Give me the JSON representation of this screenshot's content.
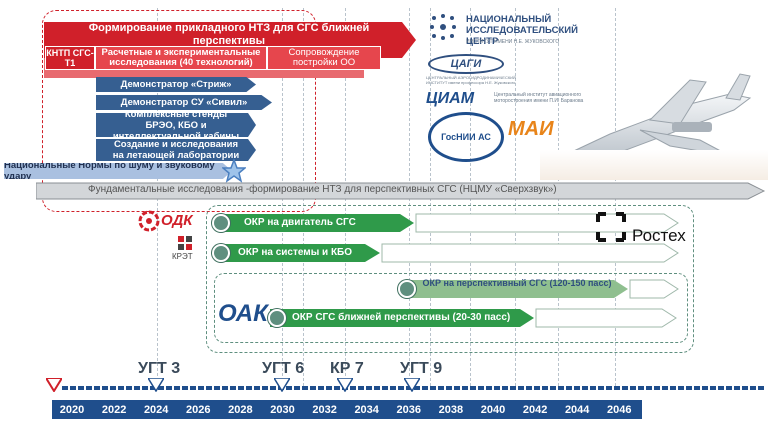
{
  "top_banner": {
    "title": "Формирование прикладного НТЗ для СГС ближней перспективы",
    "row": [
      "КНТП СГС-Т1",
      "Расчетные и экспериментальные исследования (40 технологий)",
      "Сопровождение постройки ОО"
    ]
  },
  "blue_items": [
    "Демонстратор «Стриж»",
    "Демонстратор СУ «Сивил»",
    "Комплексные стенды БРЭО, КБО и интеллектуальной кабины",
    "Создание и исследования на летающей лаборатории",
    "Национальные Нормы по шуму и звуковому удару"
  ],
  "fundamental": "Фундаментальные исследования -формирование НТЗ для перспективных СГС (НЦМУ «Сверхзвук»)",
  "green_arrows": [
    "ОКР на двигатель СГС",
    "ОКР на системы и КБО",
    "ОКР на перспективный СГС (120-150 пасс)",
    "ОКР СГС ближней перспективы (20-30 пасс)"
  ],
  "logos": {
    "odk": "ОДК",
    "kret": "КРЭТ",
    "oak": "ОАК",
    "rostec": "Ростех",
    "nic_title": "НАЦИОНАЛЬНЫЙ ИССЛЕДОВАТЕЛЬСКИЙ ЦЕНТР",
    "nic_sub": "ИНСТИТУТ ИМЕНИ Н.Е. ЖУКОВСКОГО",
    "tsagi": "ЦАГИ",
    "tsagi_sub": "ЦЕНТРАЛЬНЫЙ АЭРОГИДРОДИНАМИЧЕСКИЙ ИНСТИТУТ имени профессора Н.Е. Жуковского",
    "ciam": "ЦИАМ",
    "ciam_sub": "Центральный институт авиационного моторостроения имени П.И. Баранова",
    "gosniias": "ГосНИИ АС",
    "mai": "МАИ"
  },
  "milestones": [
    "УГТ 3",
    "УГТ 6",
    "КР 7",
    "УГТ 9"
  ],
  "years": [
    "2020",
    "2022",
    "2024",
    "2026",
    "2028",
    "2030",
    "2032",
    "2034",
    "2036",
    "2038",
    "2040",
    "2042",
    "2044",
    "2046"
  ],
  "colors": {
    "red": "#d0202a",
    "blue": "#365f91",
    "green": "#2f9a4a",
    "timeline": "#1f4e8c"
  }
}
